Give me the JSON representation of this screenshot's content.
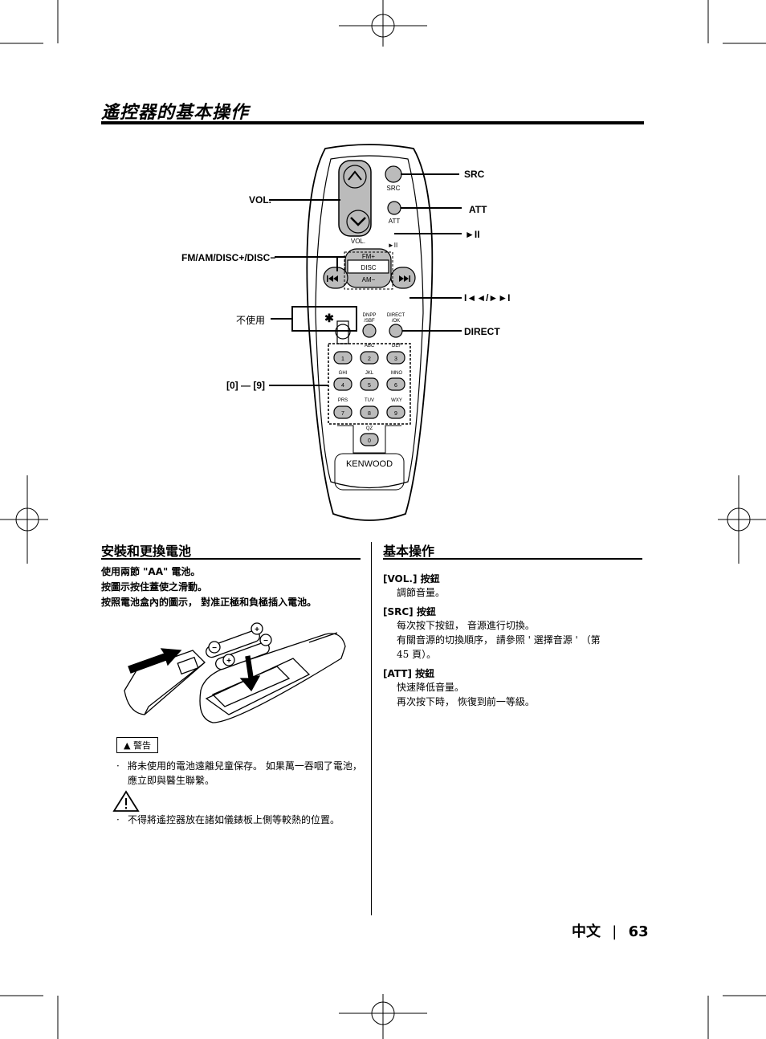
{
  "title": "遙控器的基本操作",
  "remote": {
    "callouts": {
      "src": "SRC",
      "vol": "VOL.",
      "att": "ATT",
      "play_pause": "►II",
      "fm_am_disc": "FM/AM/DISC+/DISC−",
      "track": "I◄◄/►►I",
      "not_used": "不使用",
      "direct": "DIRECT",
      "numbers": "[0] — [9]"
    },
    "labels": {
      "src": "SRC",
      "att": "ATT",
      "vol": "VOL.",
      "play": "►II",
      "fm": "FM+",
      "disc": "DISC",
      "am": "AM−",
      "dnpp": "DNPP",
      "sbf": "/SBF",
      "direct": "DIRECT",
      "ok": "/OK",
      "star": "✱",
      "abc": "ABC",
      "def": "DEF",
      "ghi": "GHI",
      "jkl": "JKL",
      "mno": "MNO",
      "prs": "PRS",
      "tuv": "TUV",
      "wxy": "WXY",
      "qz": "QZ",
      "brand": "KENWOOD"
    },
    "keys": [
      "1",
      "2",
      "3",
      "4",
      "5",
      "6",
      "7",
      "8",
      "9",
      "0"
    ]
  },
  "battery": {
    "heading": "安裝和更換電池",
    "steps": [
      "使用兩節 \"AA\" 電池。",
      "按圖示按住蓋使之滑動。",
      "按照電池盒內的圖示， 對准正極和負極插入電池。"
    ],
    "warning_label": "警告",
    "warnings": [
      "將未使用的電池遠離兒童保存。 如果萬一吞咽了電池， 應立即與醫生聯繫。",
      "不得將遙控器放在諸如儀錶板上側等較熱的位置。"
    ]
  },
  "basic": {
    "heading": "基本操作",
    "sections": [
      {
        "key": "[VOL.]",
        "title": "按鈕",
        "lines": [
          "調節音量。"
        ]
      },
      {
        "key": "[SRC]",
        "title": "按鈕",
        "lines": [
          "每次按下按鈕， 音源進行切換。",
          "有關音源的切換順序， 請參照 ' 選擇音源 ' （第",
          "45 頁）。"
        ]
      },
      {
        "key": "[ATT]",
        "title": "按鈕",
        "lines": [
          "快速降低音量。",
          "再次按下時， 恢復到前一等級。"
        ]
      }
    ]
  },
  "footer": {
    "language": "中文",
    "page": "63"
  }
}
